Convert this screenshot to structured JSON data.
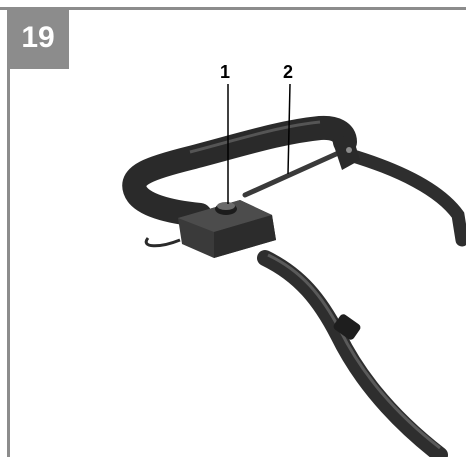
{
  "figure": {
    "number": "19",
    "callouts": [
      {
        "label": "1"
      },
      {
        "label": "2"
      }
    ]
  },
  "colors": {
    "frame": "#8c8c8c",
    "handle": "#2e2e2e",
    "handle_highlight": "#5a5a5a",
    "background": "#ffffff"
  },
  "icons": [
    "push-button-icon",
    "brake-lever-icon",
    "mower-handle-icon"
  ]
}
